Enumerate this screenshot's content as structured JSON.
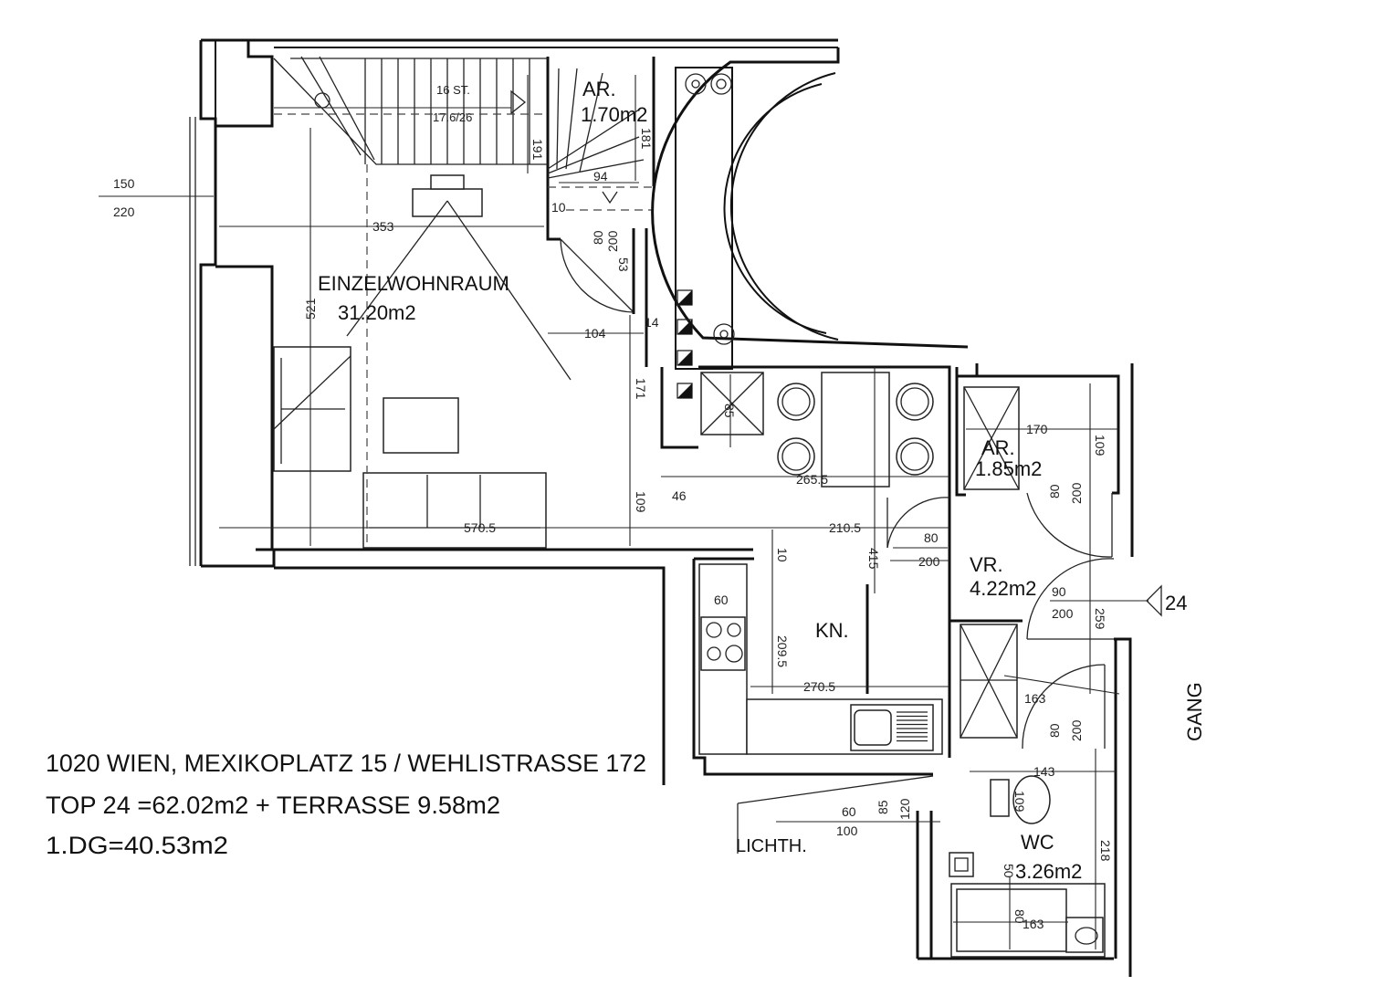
{
  "rooms": {
    "living": {
      "name": "EINZELWOHNRAUM",
      "area": "31.20m2"
    },
    "storage_top": {
      "name": "AR.",
      "area": "1.70m2"
    },
    "storage_right": {
      "name": "AR.",
      "area": "1.85m2"
    },
    "hall": {
      "name": "VR.",
      "area": "4.22m2"
    },
    "kitchen": {
      "name": "KN."
    },
    "wc": {
      "name": "WC",
      "area": "3.26m2"
    },
    "corridor": {
      "name": "GANG"
    },
    "lightwell": {
      "name": "LICHTH."
    }
  },
  "stairs": {
    "steps": "16 ST.",
    "ratio": "17.6/26"
  },
  "window_left": {
    "top": "150",
    "bottom": "220"
  },
  "entrance": {
    "unit": "24"
  },
  "dimensions": {
    "d353": "353",
    "d521": "521",
    "d104": "104",
    "d171": "171",
    "d109a": "109",
    "d570_5": "570.5",
    "d191": "191",
    "d181": "181",
    "d94": "94",
    "d10a": "10",
    "d80a": "80",
    "d200a": "200",
    "d53": "53",
    "d14": "14",
    "d85a": "85",
    "d265_5": "265.5",
    "d46": "46",
    "d210_5": "210.5",
    "d415": "415",
    "d10b": "10",
    "d170": "170",
    "d109b": "109",
    "d80b": "80",
    "d200b": "200",
    "d80c": "80",
    "d200c": "200",
    "d90": "90",
    "d200d": "200",
    "d259": "259",
    "d60": "60",
    "d209_5": "209.5",
    "d270_5": "270.5",
    "d163a": "163",
    "d80d": "80",
    "d200e": "200",
    "d143": "143",
    "d109c": "109",
    "d218": "218",
    "d60b": "60",
    "d100": "100",
    "d85b": "85",
    "d120": "120",
    "d50": "50",
    "d80e": "80",
    "d163b": "163"
  },
  "info": {
    "address": "1020 WIEN, MEXIKOPLATZ 15 / WEHLISTRASSE 172",
    "top": "TOP 24 =62.02m2 + TERRASSE 9.58m2",
    "dg": "1.DG=40.53m2"
  }
}
